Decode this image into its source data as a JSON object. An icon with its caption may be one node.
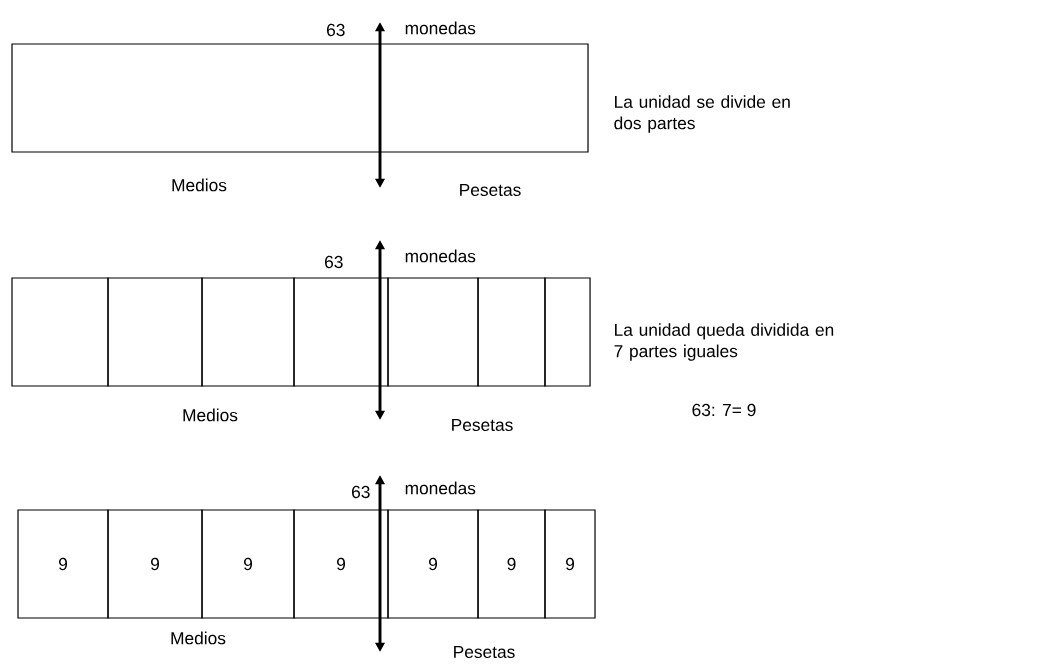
{
  "diagram": {
    "nodes": [
      {
        "text": [],
        "shape": "box"
      },
      {
        "text": [],
        "shape": "box"
      },
      {
        "text": [],
        "shape": "box"
      },
      {
        "text": [],
        "shape": "box"
      },
      {
        "text": [],
        "shape": "box"
      },
      {
        "text": [],
        "shape": "box"
      },
      {
        "text": [],
        "shape": "box"
      },
      {
        "text": [],
        "shape": "box"
      },
      {
        "text": [
          "9"
        ]
      },
      {
        "text": [
          "9"
        ]
      },
      {
        "text": [
          "9"
        ]
      },
      {
        "text": [
          "9"
        ]
      },
      {
        "text": [
          "9"
        ]
      },
      {
        "text": [
          "9"
        ]
      },
      {
        "text": [
          "9"
        ]
      }
    ],
    "labels": [
      "63",
      "monedas",
      "La unidad se divide en dos partes",
      "Medios",
      "Pesetas",
      "63",
      "monedas",
      "La unidad queda dividida en 7 partes iguales",
      "Medios",
      "Pesetas",
      "63: 7= 9",
      "63",
      "monedas",
      "Medios",
      "Pesetas"
    ]
  }
}
